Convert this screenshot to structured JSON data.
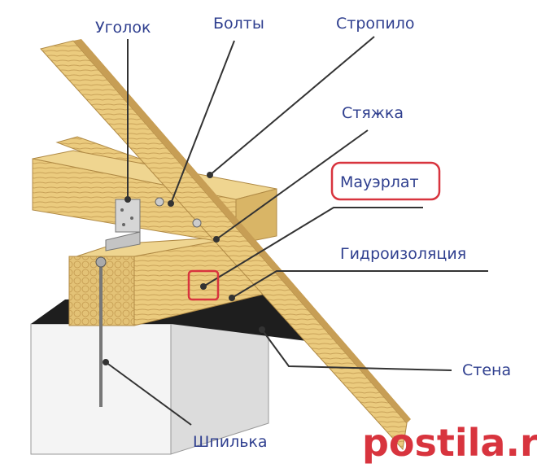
{
  "labels": {
    "ugolok": "Уголок",
    "bolty": "Болты",
    "stropilo": "Стропило",
    "styazhka": "Стяжка",
    "mauerlat": "Мауэрлат",
    "gidroizolyaciya": "Гидроизоляция",
    "stena": "Стена",
    "shpilka": "Шпилька"
  },
  "watermark": "postila.ru",
  "colors": {
    "label": "#2f3f8f",
    "highlight": "#d8343e",
    "wood": "#e8c97a",
    "wall": "#f2f2f2",
    "waterproofing": "#1e1e1e"
  }
}
